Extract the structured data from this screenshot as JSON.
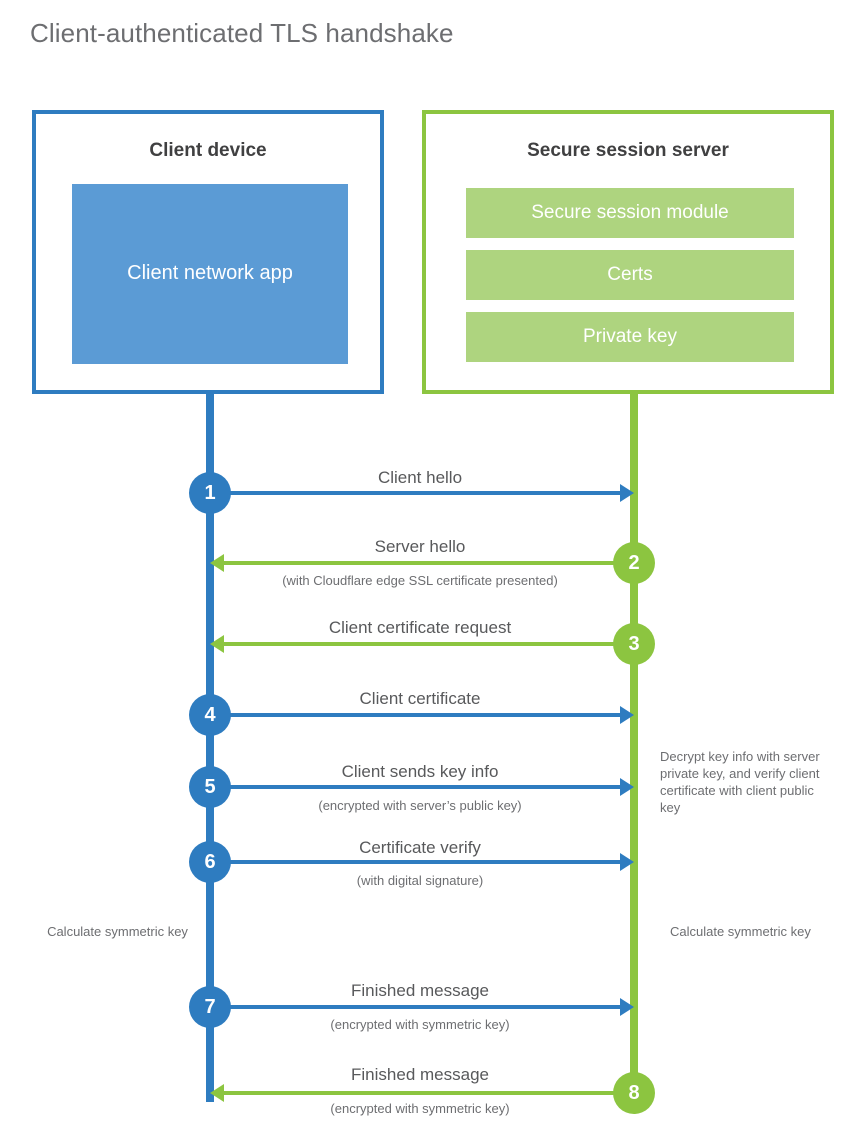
{
  "title": "Client-authenticated TLS handshake",
  "colors": {
    "blue_border": "#2e7cc0",
    "blue_fill": "#5b9bd5",
    "green_border": "#8cc540",
    "green_fill": "#aed47f",
    "text_gray": "#58595b",
    "title_gray": "#6d6e71"
  },
  "client_panel": {
    "title": "Client device",
    "app_label": "Client network app"
  },
  "server_panel": {
    "title": "Secure session server",
    "modules": [
      {
        "label": "Secure session module"
      },
      {
        "label": "Certs"
      },
      {
        "label": "Private key"
      }
    ]
  },
  "steps": [
    {
      "number": "1",
      "label": "Client hello",
      "sublabel": "",
      "direction": "client-to-server",
      "color": "blue"
    },
    {
      "number": "2",
      "label": "Server hello",
      "sublabel": "(with Cloudflare edge SSL certificate presented)",
      "direction": "server-to-client",
      "color": "green"
    },
    {
      "number": "3",
      "label": "Client certificate request",
      "sublabel": "",
      "direction": "server-to-client",
      "color": "green"
    },
    {
      "number": "4",
      "label": "Client certificate",
      "sublabel": "",
      "direction": "client-to-server",
      "color": "blue"
    },
    {
      "number": "5",
      "label": "Client sends key info",
      "sublabel": "(encrypted with server’s public key)",
      "direction": "client-to-server",
      "color": "blue"
    },
    {
      "number": "6",
      "label": "Certificate verify",
      "sublabel": "(with digital signature)",
      "direction": "client-to-server",
      "color": "blue"
    },
    {
      "number": "7",
      "label": "Finished message",
      "sublabel": "(encrypted with symmetric key)",
      "direction": "client-to-server",
      "color": "blue"
    },
    {
      "number": "8",
      "label": "Finished message",
      "sublabel": "(encrypted with symmetric key)",
      "direction": "server-to-client",
      "color": "green"
    }
  ],
  "annotations": {
    "decrypt_note": "Decrypt key info with server private key, and verify client certificate with client public key",
    "client_symmetric_key": "Calculate symmetric key",
    "server_symmetric_key": "Calculate symmetric key"
  }
}
